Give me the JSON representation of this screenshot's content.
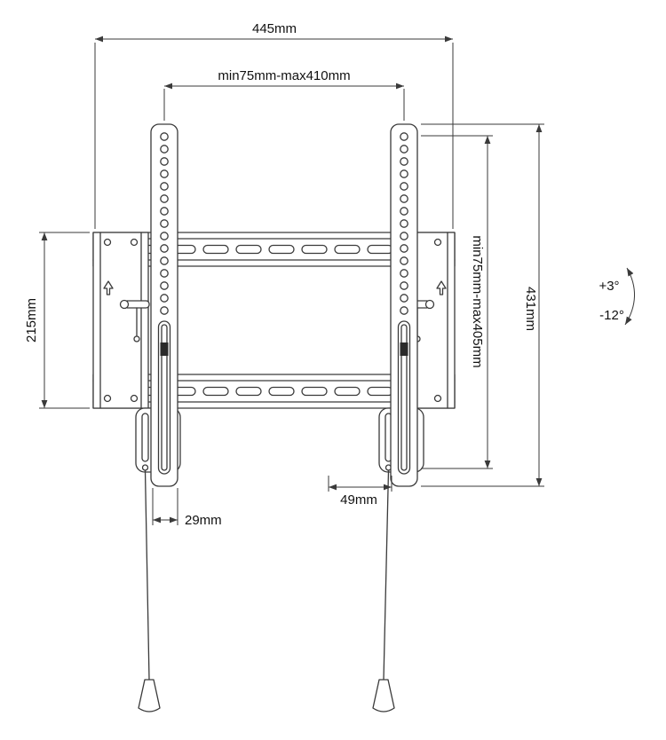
{
  "colors": {
    "line": "#3a3a3a",
    "text": "#111111",
    "background": "#ffffff",
    "slider_fill": "#2b2b2b"
  },
  "diagram": {
    "type": "technical-drawing",
    "labels": {
      "total_width": "445mm",
      "vesa_width_range": "min75mm-max410mm",
      "plate_height": "215mm",
      "vesa_height_range": "min75mm-max405mm",
      "bracket_height": "431mm",
      "tilt_up": "+3°",
      "tilt_down": "-12°",
      "bottom_offset_left": "29mm",
      "bottom_offset_right": "49mm"
    }
  }
}
